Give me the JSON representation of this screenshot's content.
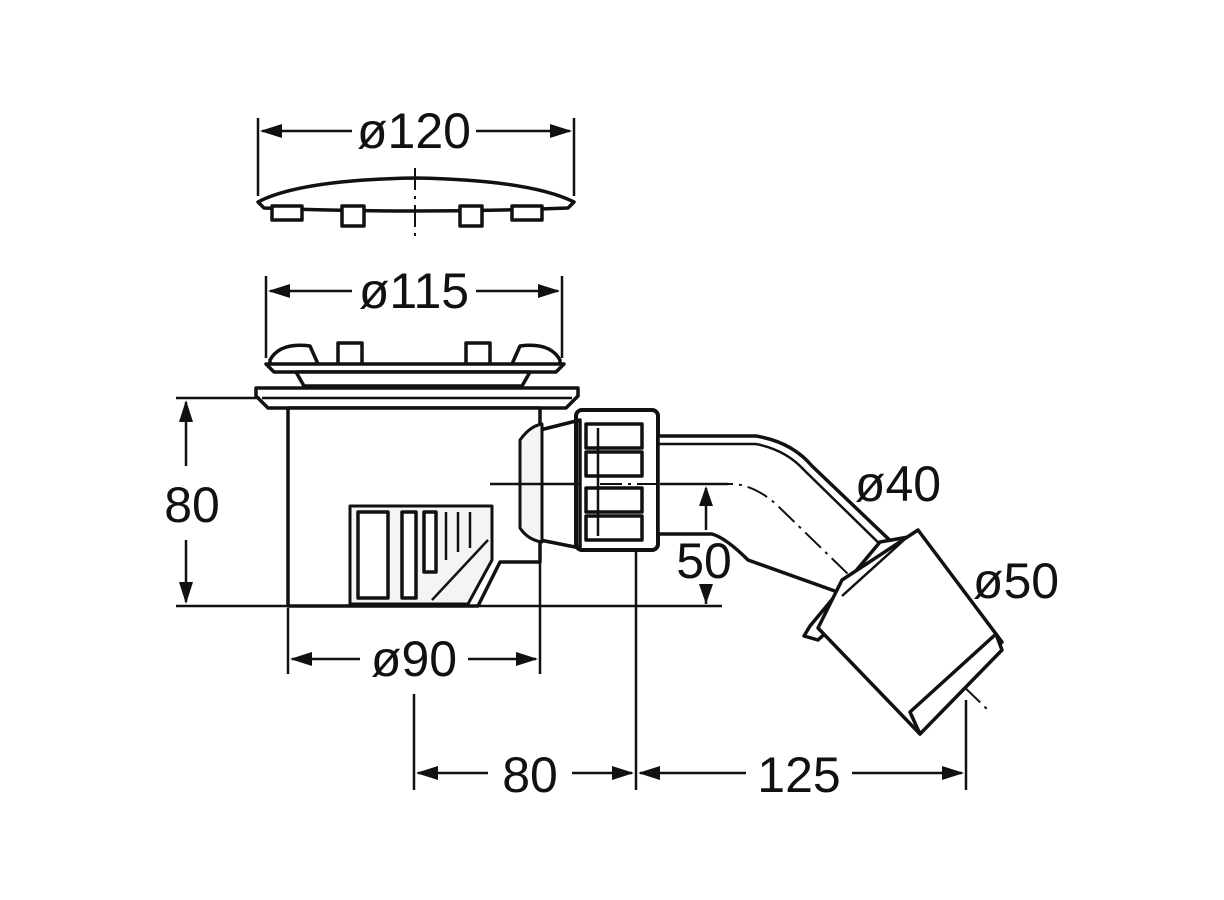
{
  "dimensions": {
    "cover_diameter": "ø120",
    "grate_diameter": "ø115",
    "body_diameter": "ø90",
    "height_total": "80",
    "outlet_height": "50",
    "pipe_diameter_inner": "ø40",
    "pipe_diameter_outer": "ø50",
    "horizontal_offset_center": "80",
    "horizontal_offset_outlet": "125"
  }
}
